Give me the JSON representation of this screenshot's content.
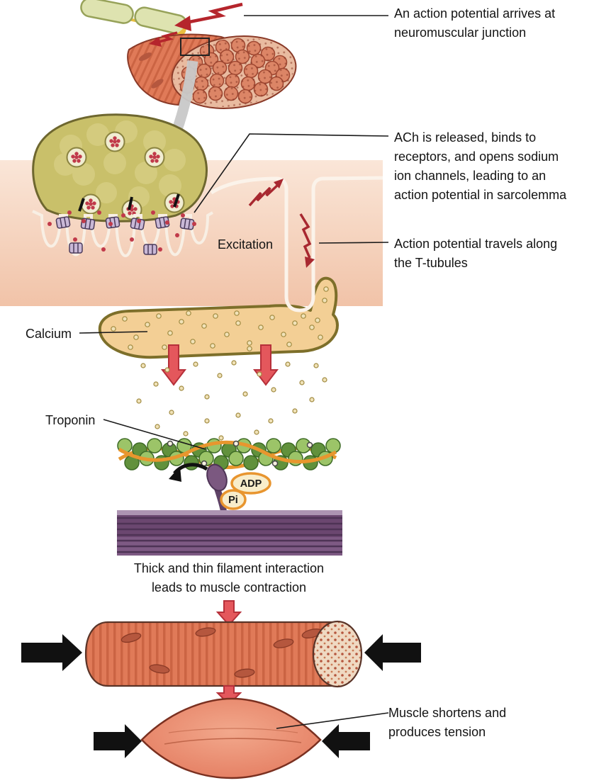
{
  "labels": {
    "action_potential": {
      "lines": [
        "An action potential arrives at",
        "neuromuscular junction"
      ]
    },
    "ach_release": {
      "lines": [
        "ACh is released, binds to",
        "receptors, and opens sodium",
        "ion channels, leading to an",
        "action potential in sarcolemma"
      ]
    },
    "t_tubules": {
      "lines": [
        "Action potential travels along",
        "the T-tubules"
      ]
    },
    "excitation": "Excitation",
    "calcium": "Calcium",
    "troponin": "Troponin",
    "adp": "ADP",
    "pi": "Pi",
    "filament_caption": {
      "lines": [
        "Thick and thin filament interaction",
        "leads to muscle contraction"
      ]
    },
    "muscle_shortens": {
      "lines": [
        "Muscle shortens and",
        "produces tension"
      ]
    }
  },
  "colors": {
    "synapse_olive": "#C9C06A",
    "sr_tan": "#F3CF95",
    "myosin_purple": "#6B4770",
    "arrow_red": "#E4575C",
    "muscle_salmon": "#E07A58",
    "band_pink": "#F2C7AE",
    "actin_green": "#9CC468",
    "tropomyosin_orange": "#E8962E",
    "bolt_red": "#B5252C"
  }
}
